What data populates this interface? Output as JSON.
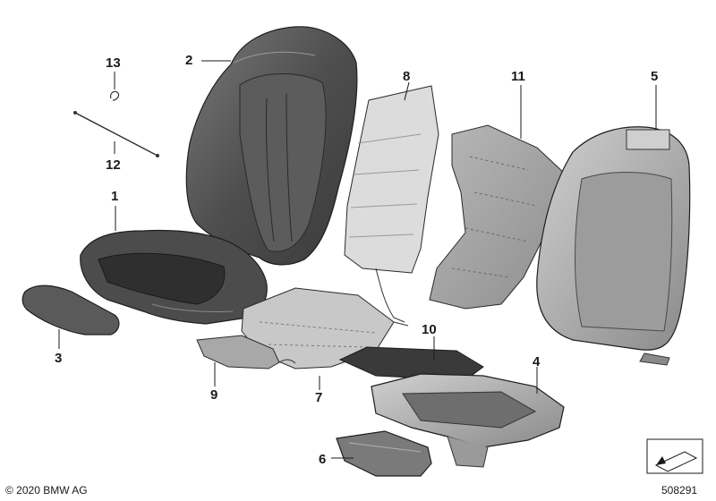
{
  "labels": {
    "p1": "1",
    "p2": "2",
    "p3": "3",
    "p4": "4",
    "p5": "5",
    "p6": "6",
    "p7": "7",
    "p8": "8",
    "p9": "9",
    "p10": "10",
    "p11": "11",
    "p12": "12",
    "p13": "13"
  },
  "footer": {
    "copyright": "© 2020 BMW AG",
    "diagram_number": "508291"
  },
  "colors": {
    "leather_dark": "#4a4a4a",
    "leather_mid": "#6e6e6e",
    "foam_light": "#d8d8d8",
    "foam_mid": "#9a9a9a",
    "outline": "#1e1e1e"
  }
}
